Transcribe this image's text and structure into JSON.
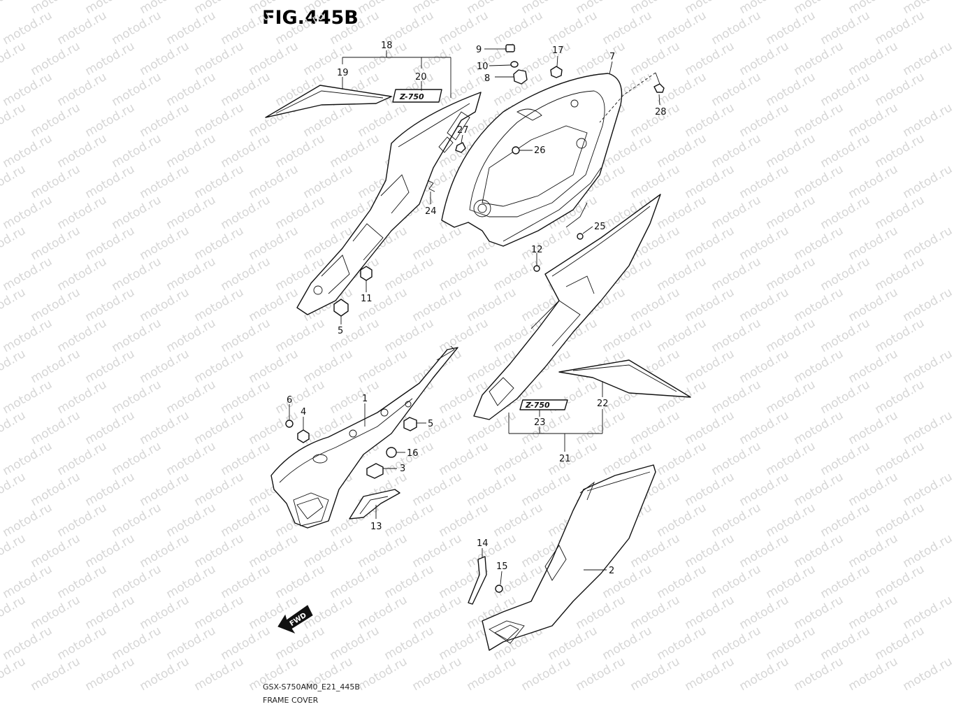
{
  "figure": {
    "title": "FIG.445B",
    "model_code": "GSX-S750AM0_E21_445B",
    "section_name": "FRAME COVER"
  },
  "watermark": "motod.ru",
  "badge": "Z-750",
  "fwd_label": "FWD",
  "callouts": {
    "c1": "1",
    "c2": "2",
    "c3": "3",
    "c4": "4",
    "c5a": "5",
    "c5b": "5",
    "c6": "6",
    "c7": "7",
    "c8": "8",
    "c9": "9",
    "c10": "10",
    "c11": "11",
    "c12": "12",
    "c13": "13",
    "c14": "14",
    "c15": "15",
    "c16": "16",
    "c17": "17",
    "c18": "18",
    "c19": "19",
    "c20": "20",
    "c21": "21",
    "c22": "22",
    "c23": "23",
    "c24": "24",
    "c25": "25",
    "c26": "26",
    "c27": "27",
    "c28": "28"
  }
}
